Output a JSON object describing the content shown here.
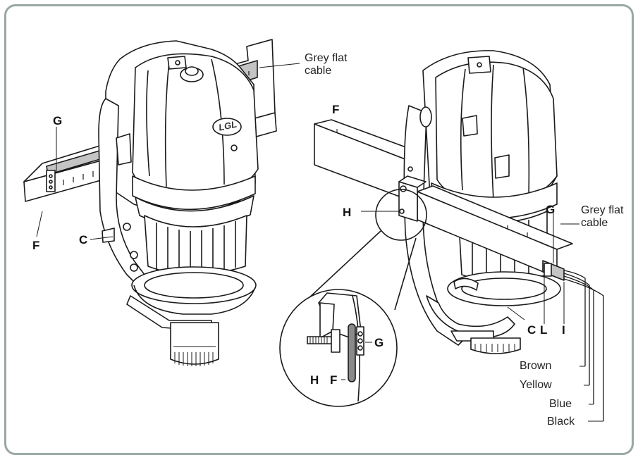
{
  "labels": {
    "grey_flat_cable_left": "Grey flat\ncable",
    "grey_flat_cable_right": "Grey flat\ncable",
    "g_left": "G",
    "f_left": "F",
    "c_left": "C",
    "f_right": "F",
    "h_right": "H",
    "g_right": "G",
    "c_right": "C",
    "l_right": "L",
    "i_right": "I",
    "h_zoom": "H",
    "f_zoom": "F",
    "g_zoom": "G",
    "brown": "Brown",
    "yellow": "Yellow",
    "blue": "Blue",
    "black": "Black",
    "logo": "LGL"
  },
  "colors": {
    "frame": "#9aa7a2",
    "line": "#1a1a1a",
    "body_fill": "#ffffff",
    "cable_fill": "#b9b9b9"
  }
}
